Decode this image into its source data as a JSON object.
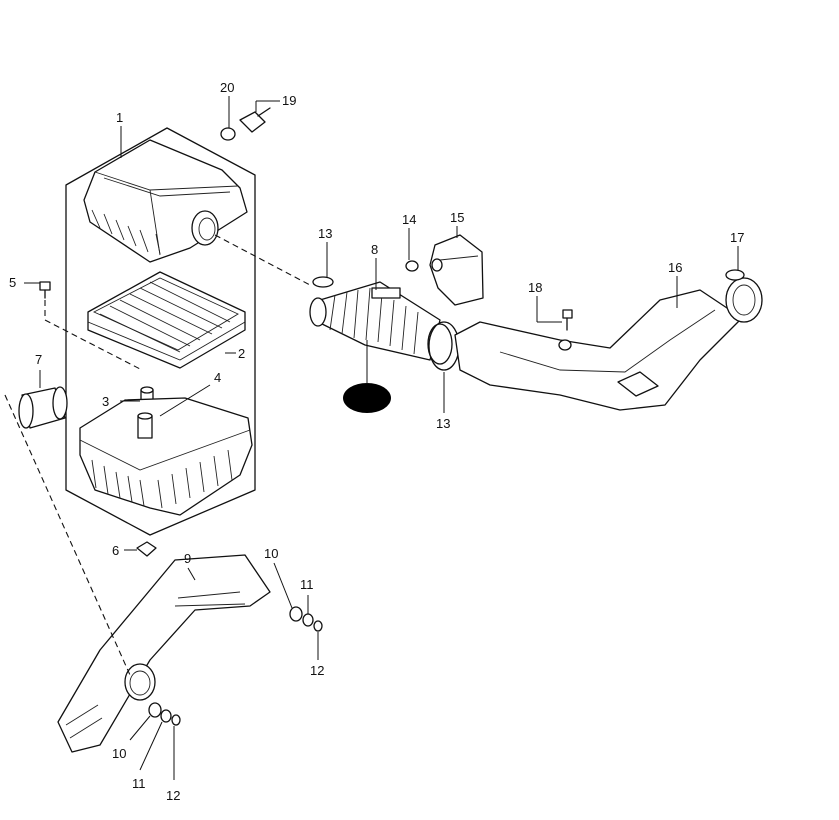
{
  "diagram": {
    "callouts": {
      "c1": "1",
      "c2": "2",
      "c3": "3",
      "c4": "4",
      "c5": "5",
      "c6": "6",
      "c7": "7",
      "c8": "8",
      "c9": "9",
      "c10a": "10",
      "c10b": "10",
      "c11a": "11",
      "c11b": "11",
      "c12a": "12",
      "c12b": "12",
      "c13a": "13",
      "c13b": "13",
      "c14": "14",
      "c15": "15",
      "c16": "16",
      "c17": "17",
      "c18": "18",
      "c19": "19",
      "c20": "20"
    }
  }
}
